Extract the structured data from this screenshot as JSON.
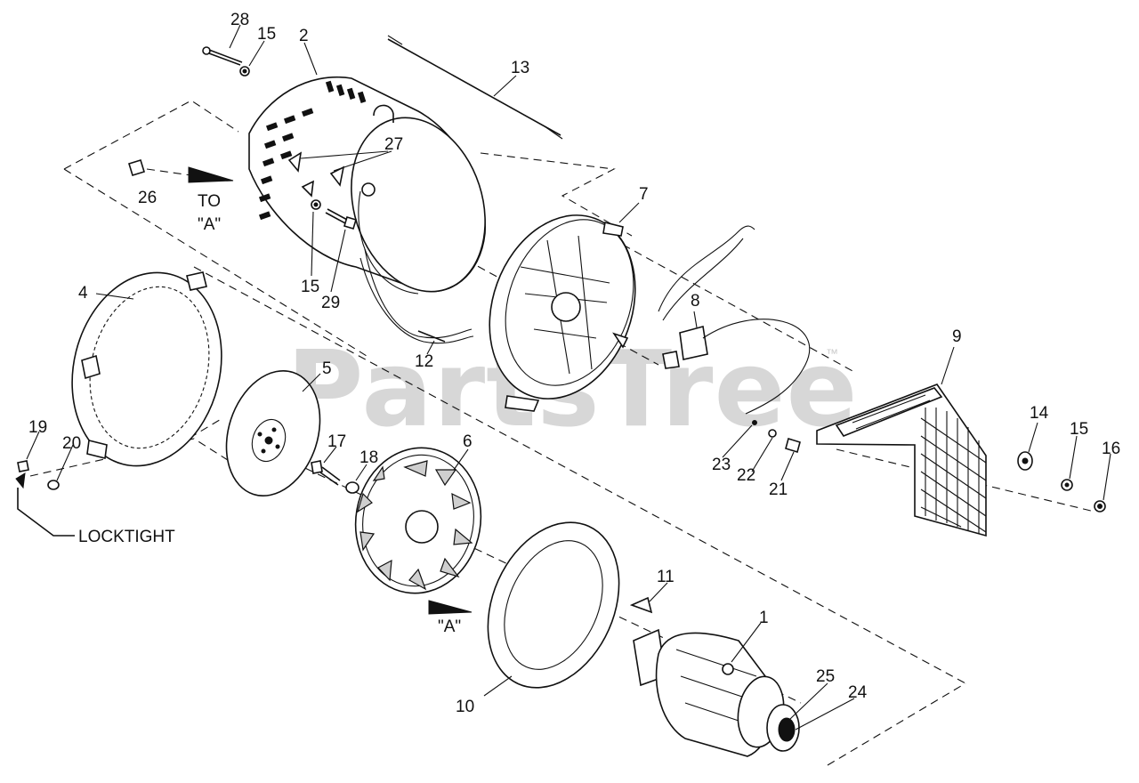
{
  "diagram": {
    "watermark": "PartsTree",
    "watermark_mark": "™",
    "callouts": [
      {
        "id": "c28",
        "text": "28"
      },
      {
        "id": "c15a",
        "text": "15"
      },
      {
        "id": "c2",
        "text": "2"
      },
      {
        "id": "c13",
        "text": "13"
      },
      {
        "id": "c27",
        "text": "27"
      },
      {
        "id": "c26",
        "text": "26"
      },
      {
        "id": "c7",
        "text": "7"
      },
      {
        "id": "c15b",
        "text": "15"
      },
      {
        "id": "c29",
        "text": "29"
      },
      {
        "id": "c4",
        "text": "4"
      },
      {
        "id": "c8",
        "text": "8"
      },
      {
        "id": "c12",
        "text": "12"
      },
      {
        "id": "c5",
        "text": "5"
      },
      {
        "id": "c9",
        "text": "9"
      },
      {
        "id": "c19",
        "text": "19"
      },
      {
        "id": "c20",
        "text": "20"
      },
      {
        "id": "c17",
        "text": "17"
      },
      {
        "id": "c18",
        "text": "18"
      },
      {
        "id": "c6",
        "text": "6"
      },
      {
        "id": "c14",
        "text": "14"
      },
      {
        "id": "c15c",
        "text": "15"
      },
      {
        "id": "c16",
        "text": "16"
      },
      {
        "id": "c23",
        "text": "23"
      },
      {
        "id": "c22",
        "text": "22"
      },
      {
        "id": "c21",
        "text": "21"
      },
      {
        "id": "c11",
        "text": "11"
      },
      {
        "id": "c1",
        "text": "1"
      },
      {
        "id": "c25",
        "text": "25"
      },
      {
        "id": "c24",
        "text": "24"
      },
      {
        "id": "c10",
        "text": "10"
      }
    ],
    "notes": {
      "to": "TO",
      "a_top": "\"A\"",
      "a_bottom": "\"A\"",
      "locktight": "LOCKTIGHT"
    }
  }
}
